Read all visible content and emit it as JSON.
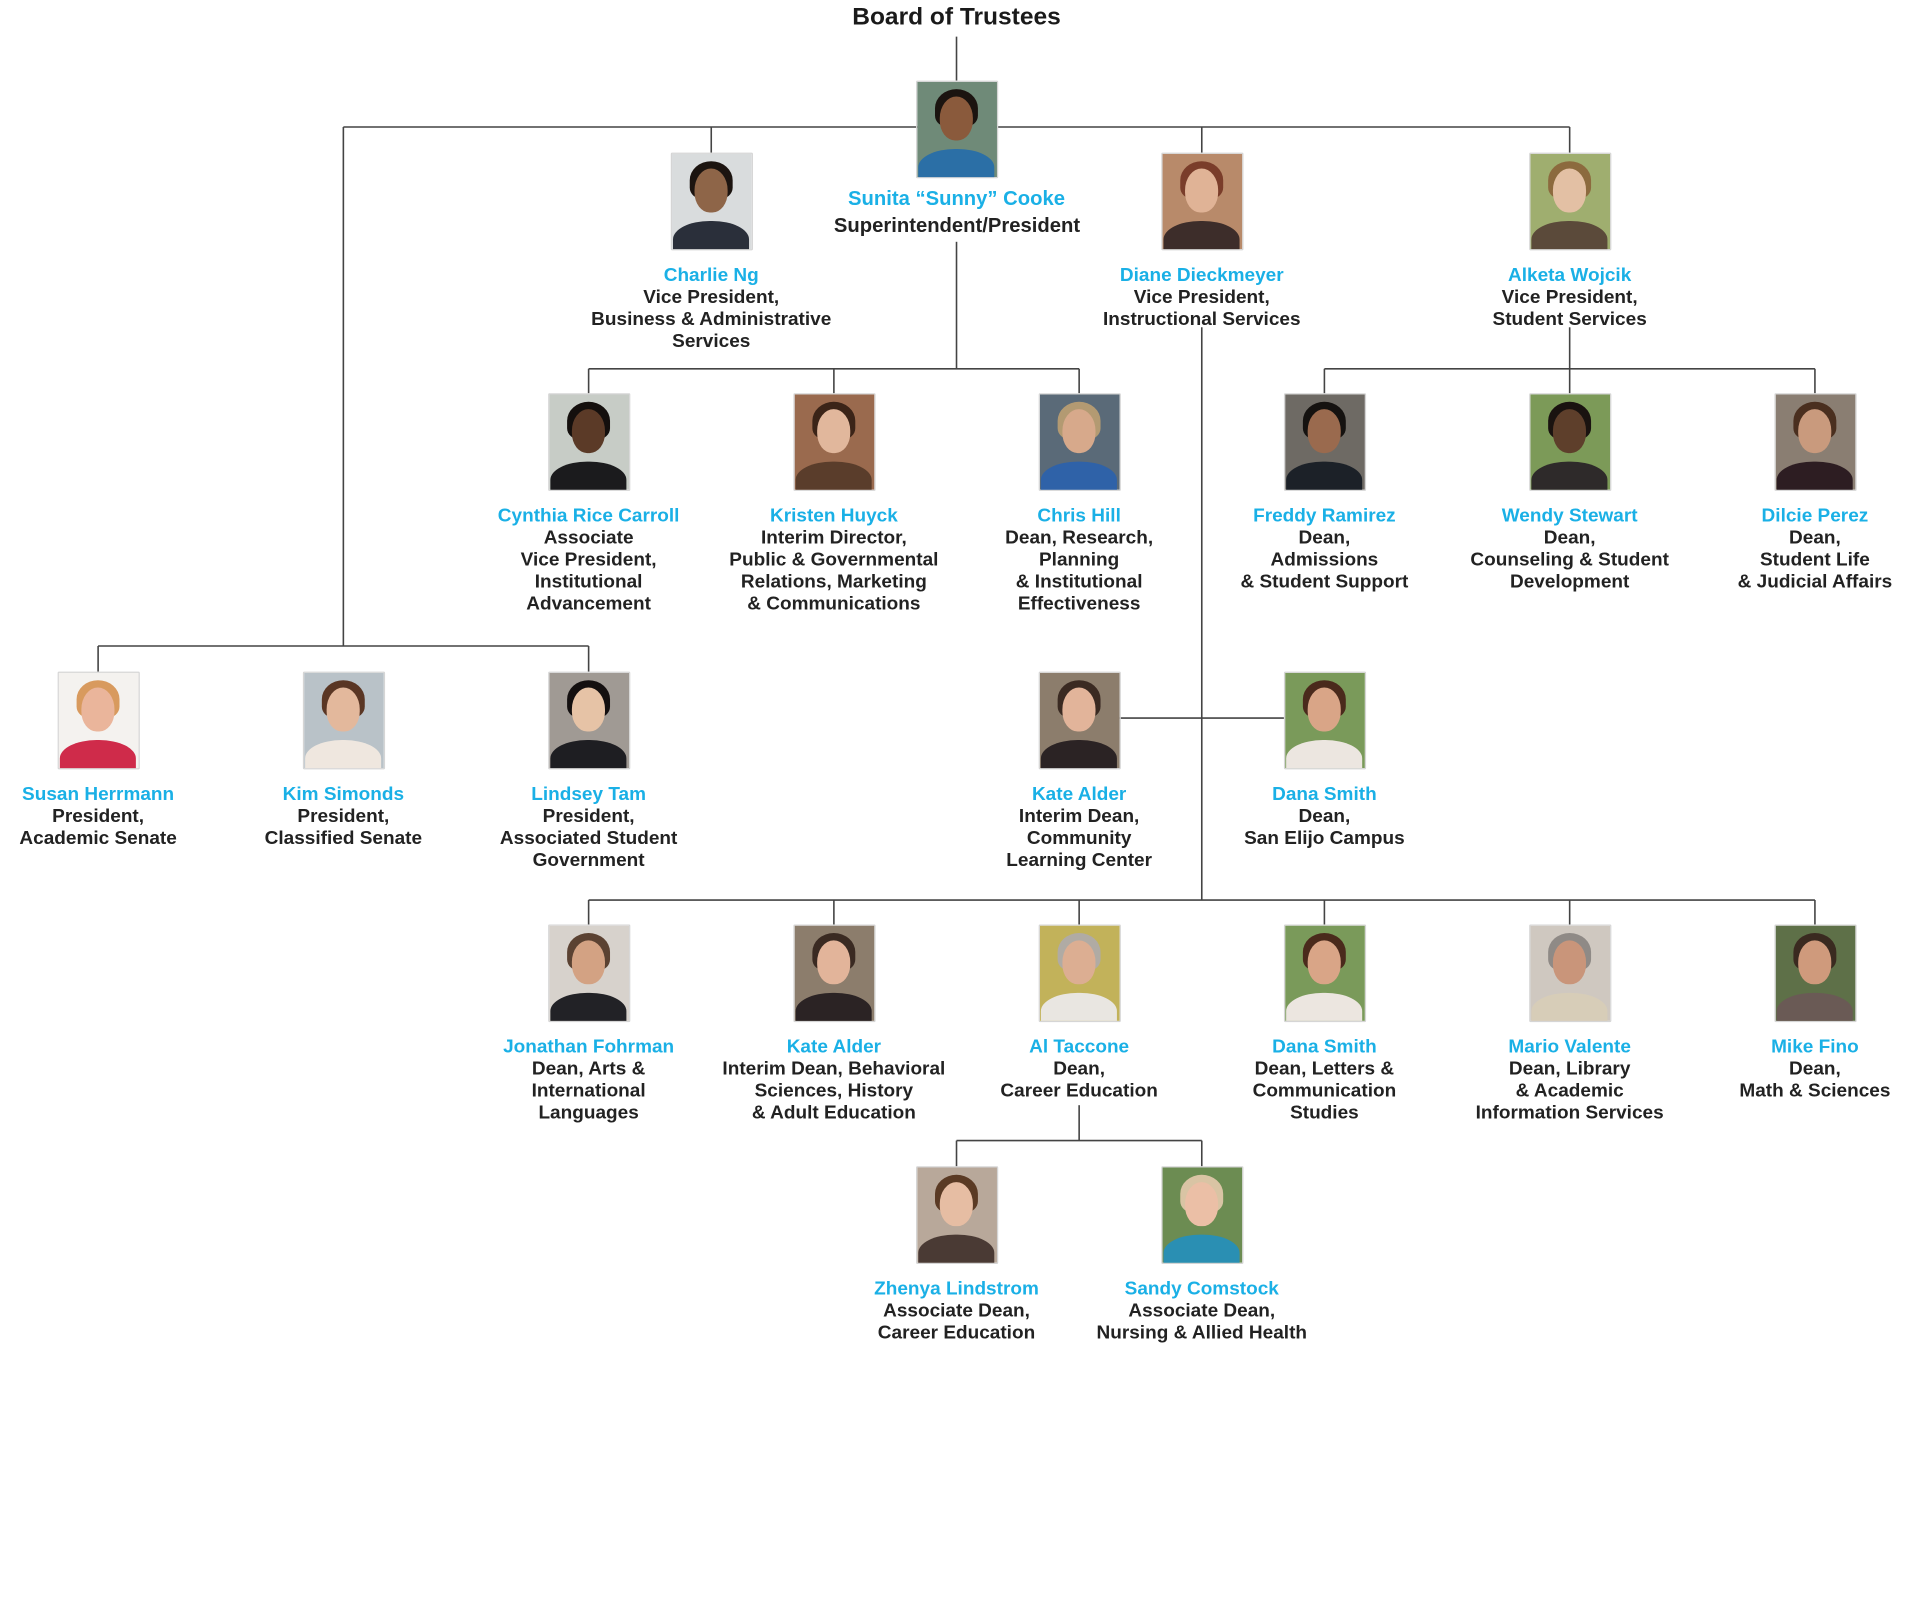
{
  "root": {
    "label": "Board of Trustees"
  },
  "people": {
    "cooke": {
      "name": "Sunita “Sunny” Cooke",
      "title": [
        "Superintendent/President"
      ],
      "photo": {
        "bg": "#6f8a78",
        "skin": "#8a5a3c",
        "hair": "#1b1410",
        "shirt": "#2b6fa6"
      }
    },
    "ng": {
      "name": "Charlie Ng",
      "title": [
        "Vice President,",
        "Business & Administrative Services"
      ],
      "photo": {
        "bg": "#d9dcdd",
        "skin": "#8e6548",
        "hair": "#1c1410",
        "shirt": "#2a2f3a"
      }
    },
    "dieckmeyer": {
      "name": "Diane Dieckmeyer",
      "title": [
        "Vice President,",
        "Instructional Services"
      ],
      "photo": {
        "bg": "#b88a6a",
        "skin": "#e0b396",
        "hair": "#7a3d2a",
        "shirt": "#3d2d2a"
      }
    },
    "wojcik": {
      "name": "Alketa Wojcik",
      "title": [
        "Vice President,",
        "Student Services"
      ],
      "photo": {
        "bg": "#9fae6f",
        "skin": "#e3c0a4",
        "hair": "#8c6a3e",
        "shirt": "#5b4a3a"
      }
    },
    "carroll": {
      "name": "Cynthia Rice Carroll",
      "title": [
        "Associate",
        "Vice President,",
        "Institutional",
        "Advancement"
      ],
      "photo": {
        "bg": "#c7ccc6",
        "skin": "#5b3a27",
        "hair": "#140f0d",
        "shirt": "#1b1b1d"
      }
    },
    "huyck": {
      "name": "Kristen Huyck",
      "title": [
        "Interim Director,",
        "Public & Governmental",
        "Relations, Marketing",
        "& Communications"
      ],
      "photo": {
        "bg": "#9a6a4e",
        "skin": "#e1b79c",
        "hair": "#3b2418",
        "shirt": "#5a3d2b"
      }
    },
    "hill": {
      "name": "Chris Hill",
      "title": [
        "Dean, Research,",
        "Planning",
        "& Institutional",
        "Effectiveness"
      ],
      "photo": {
        "bg": "#5a6a78",
        "skin": "#d7a98b",
        "hair": "#b39a72",
        "shirt": "#2f62a8"
      }
    },
    "ramirez": {
      "name": "Freddy Ramirez",
      "title": [
        "Dean,",
        "Admissions",
        "& Student Support"
      ],
      "photo": {
        "bg": "#6e6a64",
        "skin": "#9a6a4e",
        "hair": "#151210",
        "shirt": "#1c2128"
      }
    },
    "stewart": {
      "name": "Wendy Stewart",
      "title": [
        "Dean,",
        "Counseling & Student",
        "Development"
      ],
      "photo": {
        "bg": "#7c9a58",
        "skin": "#5e3f2b",
        "hair": "#1a1310",
        "shirt": "#2e2a2a"
      }
    },
    "perez": {
      "name": "Dilcie Perez",
      "title": [
        "Dean,",
        "Student Life",
        "& Judicial Affairs"
      ],
      "photo": {
        "bg": "#8a7e72",
        "skin": "#c99a7d",
        "hair": "#4a2f1f",
        "shirt": "#2d1d22"
      }
    },
    "herrmann": {
      "name": "Susan Herrmann",
      "title": [
        "President,",
        "Academic Senate"
      ],
      "photo": {
        "bg": "#f4f2ef",
        "skin": "#eab59b",
        "hair": "#d89a5e",
        "shirt": "#cf2b4a"
      }
    },
    "simonds": {
      "name": "Kim Simonds",
      "title": [
        "President,",
        "Classified Senate"
      ],
      "photo": {
        "bg": "#b9c2c8",
        "skin": "#e3b89c",
        "hair": "#5a3624",
        "shirt": "#efe7df"
      }
    },
    "tam": {
      "name": "Lindsey Tam",
      "title": [
        "President,",
        "Associated Student",
        "Government"
      ],
      "photo": {
        "bg": "#a09a94",
        "skin": "#e6c3a6",
        "hair": "#141010",
        "shirt": "#1e1e22"
      }
    },
    "alder_clc": {
      "name": "Kate Alder",
      "title": [
        "Interim Dean,",
        "Community",
        "Learning Center"
      ],
      "photo": {
        "bg": "#8c7d6c",
        "skin": "#e2b49a",
        "hair": "#3a2a22",
        "shirt": "#2b2324"
      }
    },
    "smith_se": {
      "name": "Dana Smith",
      "title": [
        "Dean,",
        "San Elijo Campus"
      ],
      "photo": {
        "bg": "#7a9a5a",
        "skin": "#d9a587",
        "hair": "#4a2a1c",
        "shirt": "#ece6e0"
      }
    },
    "fohrman": {
      "name": "Jonathan Fohrman",
      "title": [
        "Dean, Arts &",
        "International",
        "Languages"
      ],
      "photo": {
        "bg": "#d7d2cc",
        "skin": "#d3a283",
        "hair": "#5b4232",
        "shirt": "#222226"
      }
    },
    "alder_bs": {
      "name": "Kate Alder",
      "title": [
        "Interim Dean, Behavioral",
        "Sciences, History",
        "& Adult Education"
      ],
      "photo": {
        "bg": "#8c7d6c",
        "skin": "#e2b49a",
        "hair": "#3a2a22",
        "shirt": "#2b2324"
      }
    },
    "taccone": {
      "name": "Al Taccone",
      "title": [
        "Dean,",
        "Career Education"
      ],
      "photo": {
        "bg": "#c2b25a",
        "skin": "#dcae92",
        "hair": "#b0aba4",
        "shirt": "#e9e6e1"
      }
    },
    "smith_lc": {
      "name": "Dana Smith",
      "title": [
        "Dean, Letters &",
        "Communication",
        "Studies"
      ],
      "photo": {
        "bg": "#7a9a5a",
        "skin": "#d9a587",
        "hair": "#4a2a1c",
        "shirt": "#ece6e0"
      }
    },
    "valente": {
      "name": "Mario Valente",
      "title": [
        "Dean, Library",
        "& Academic",
        "Information Services"
      ],
      "photo": {
        "bg": "#cfc8c0",
        "skin": "#c9957a",
        "hair": "#8f8a86",
        "shirt": "#d7cdb8"
      }
    },
    "fino": {
      "name": "Mike Fino",
      "title": [
        "Dean,",
        "Math & Sciences"
      ],
      "photo": {
        "bg": "#5e7048",
        "skin": "#cf9a7c",
        "hair": "#3a2a20",
        "shirt": "#6a5a55"
      }
    },
    "lindstrom": {
      "name": "Zhenya Lindstrom",
      "title": [
        "Associate Dean,",
        "Career Education"
      ],
      "photo": {
        "bg": "#b8a89a",
        "skin": "#e6bda3",
        "hair": "#5a3a24",
        "shirt": "#4a3a34"
      }
    },
    "comstock": {
      "name": "Sandy Comstock",
      "title": [
        "Associate Dean,",
        "Nursing & Allied Health"
      ],
      "photo": {
        "bg": "#6c8c52",
        "skin": "#ebbfa6",
        "hair": "#d9c4a4",
        "shirt": "#2a8fb3"
      }
    }
  }
}
